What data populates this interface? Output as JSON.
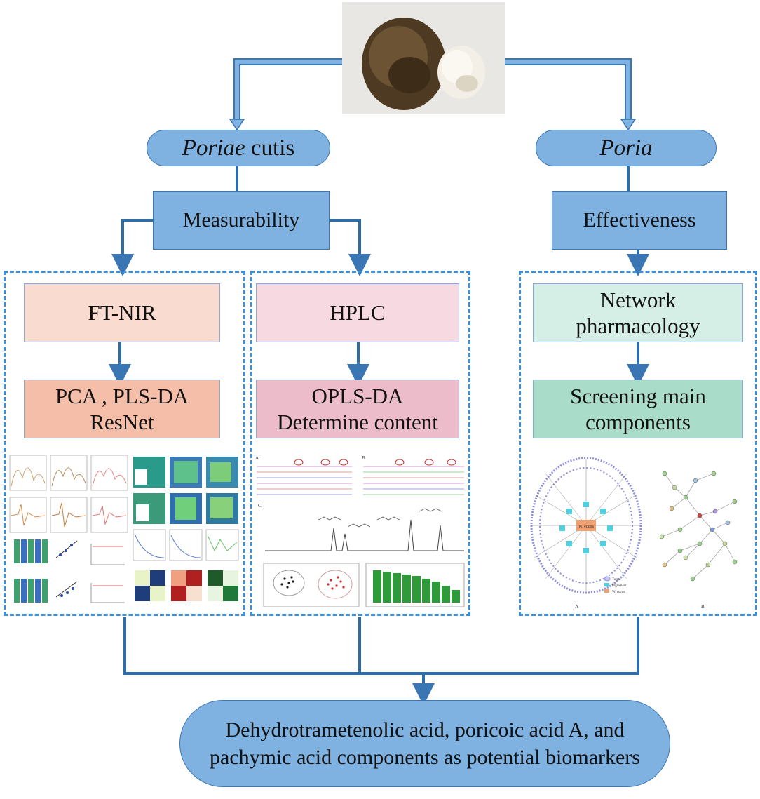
{
  "photo": {
    "icon": "poria-sample-photo"
  },
  "top_pills": {
    "left": {
      "italic": "Poriae",
      "rest": " cutis"
    },
    "right": {
      "italic": "Poria"
    }
  },
  "category_boxes": {
    "measurability": "Measurability",
    "effectiveness": "Effectiveness"
  },
  "columns": [
    {
      "method": "FT-NIR",
      "analysis_line1": "PCA , PLS-DA",
      "analysis_line2": "ResNet"
    },
    {
      "method": "HPLC",
      "analysis_line1": "OPLS-DA",
      "analysis_line2": "Determine content"
    },
    {
      "method_line1": "Network",
      "method_line2": "pharmacology",
      "analysis_line1": "Screening main",
      "analysis_line2": "components"
    }
  ],
  "network_figure": {
    "legend": [
      "Target",
      "Ingredient",
      "W. cocos"
    ],
    "center_label": "W. cocos",
    "panel_labels": [
      "A",
      "B"
    ]
  },
  "hplc_figure": {
    "panel_labels": [
      "A",
      "B",
      "C"
    ]
  },
  "result_pill": {
    "line1": "Dehydrotrametenolic acid, poricoic acid A, and",
    "line2": "pachymic acid components as potential biomarkers"
  },
  "colors": {
    "arrow": "#3a76b3",
    "frame": "#3f8fd6",
    "pill": "#7fb2e0"
  }
}
